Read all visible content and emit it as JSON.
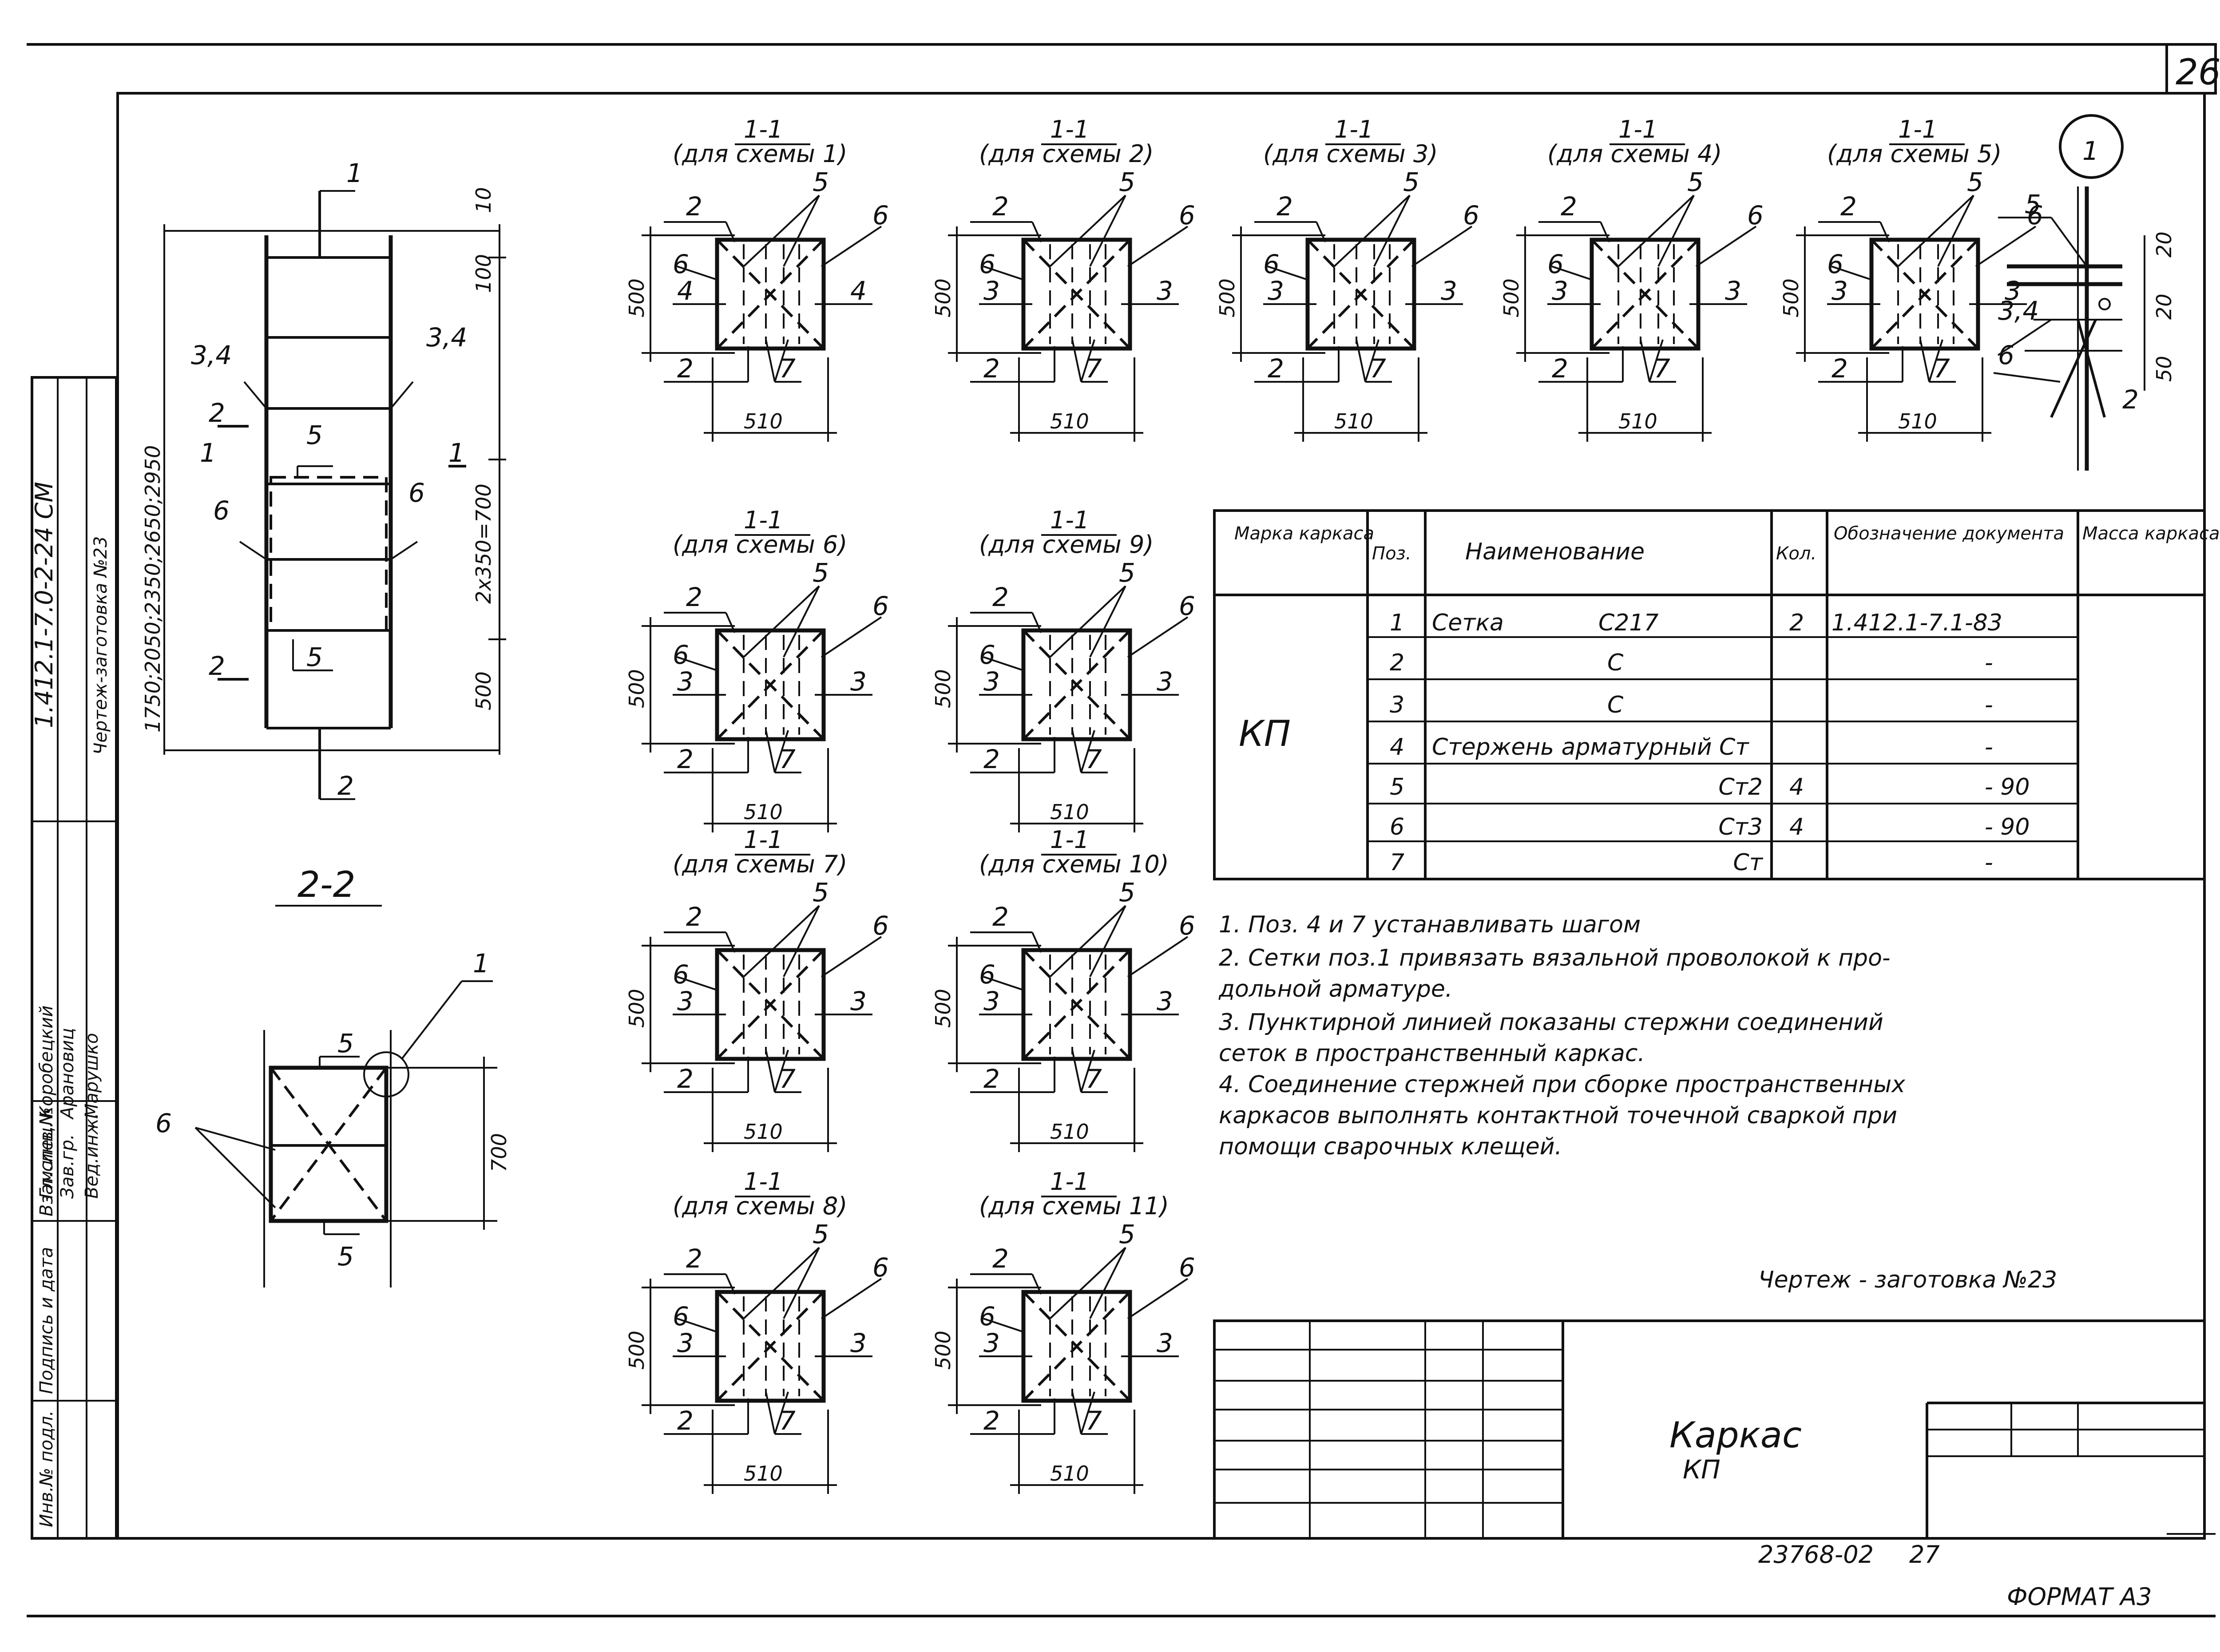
{
  "sheet": {
    "page_number": "26",
    "doc_code": "1.412.1-7.0-2-24 СМ",
    "side_title": "Чертеж-заготовка №23",
    "format": "ФОРМАТ А3",
    "archive_number": "23768-02",
    "archive_page": "27"
  },
  "signatures": [
    {
      "role": "Гл.спец.",
      "name": "Коробецкий"
    },
    {
      "role": "Зав.гр.",
      "name": "Арановиц"
    },
    {
      "role": "Вед.инж.",
      "name": "Марушко"
    }
  ],
  "stamp_columns": [
    "Инв.№ подл.",
    "Подпись и дата",
    "Взам.инв.№"
  ],
  "elevation": {
    "total_label": "1750;2050;2350;2650;2950",
    "middle_label": "2x350=700",
    "bottom_label": "500",
    "top_dims": [
      "100",
      "10"
    ],
    "pos": {
      "top": "1",
      "left": "3,4",
      "right": "3,4",
      "mid_top": "5",
      "left6": "6",
      "right6": "6",
      "mid_bottom": "5",
      "bottom": "2"
    },
    "cut_11": "1",
    "cut_22": "2"
  },
  "section22": {
    "title": "2-2",
    "dim_700": "700",
    "pos_top": "5",
    "pos_bottom": "5",
    "pos_left": "6",
    "pos_callout": "1"
  },
  "sections": [
    {
      "title": "1-1",
      "scheme": "(для схемы 1)",
      "h": "500",
      "w": "510",
      "l6": "6",
      "r6": "6",
      "lnum": "4",
      "rnum": "4",
      "t2": "2",
      "t5": "5",
      "b2": "2",
      "b7": "7"
    },
    {
      "title": "1-1",
      "scheme": "(для схемы 2)",
      "h": "500",
      "w": "510",
      "l6": "6",
      "r6": "6",
      "lnum": "3",
      "rnum": "3",
      "t2": "2",
      "t5": "5",
      "b2": "2",
      "b7": "7"
    },
    {
      "title": "1-1",
      "scheme": "(для схемы 3)",
      "h": "500",
      "w": "510",
      "l6": "6",
      "r6": "6",
      "lnum": "3",
      "rnum": "3",
      "t2": "2",
      "t5": "5",
      "b2": "2",
      "b7": "7"
    },
    {
      "title": "1-1",
      "scheme": "(для схемы 4)",
      "h": "500",
      "w": "510",
      "l6": "6",
      "r6": "6",
      "lnum": "3",
      "rnum": "3",
      "t2": "2",
      "t5": "5",
      "b2": "2",
      "b7": "7"
    },
    {
      "title": "1-1",
      "scheme": "(для схемы 5)",
      "h": "500",
      "w": "510",
      "l6": "6",
      "r6": "6",
      "lnum": "3",
      "rnum": "3",
      "t2": "2",
      "t5": "5",
      "b2": "2",
      "b7": "7"
    },
    {
      "title": "1-1",
      "scheme": "(для схемы 6)",
      "h": "500",
      "w": "510",
      "l6": "6",
      "r6": "6",
      "lnum": "3",
      "rnum": "3",
      "t2": "2",
      "t5": "5",
      "b2": "2",
      "b7": "7"
    },
    {
      "title": "1-1",
      "scheme": "(для схемы 9)",
      "h": "500",
      "w": "510",
      "l6": "6",
      "r6": "6",
      "lnum": "3",
      "rnum": "3",
      "t2": "2",
      "t5": "5",
      "b2": "2",
      "b7": "7"
    },
    {
      "title": "1-1",
      "scheme": "(для схемы 7)",
      "h": "500",
      "w": "510",
      "l6": "6",
      "r6": "6",
      "lnum": "3",
      "rnum": "3",
      "t2": "2",
      "t5": "5",
      "b2": "2",
      "b7": "7"
    },
    {
      "title": "1-1",
      "scheme": "(для схемы 10)",
      "h": "500",
      "w": "510",
      "l6": "6",
      "r6": "6",
      "lnum": "3",
      "rnum": "3",
      "t2": "2",
      "t5": "5",
      "b2": "2",
      "b7": "7"
    },
    {
      "title": "1-1",
      "scheme": "(для схемы 8)",
      "h": "500",
      "w": "510",
      "l6": "6",
      "r6": "6",
      "lnum": "3",
      "rnum": "3",
      "t2": "2",
      "t5": "5",
      "b2": "2",
      "b7": "7"
    },
    {
      "title": "1-1",
      "scheme": "(для схемы 11)",
      "h": "500",
      "w": "510",
      "l6": "6",
      "r6": "6",
      "lnum": "3",
      "rnum": "3",
      "t2": "2",
      "t5": "5",
      "b2": "2",
      "b7": "7"
    }
  ],
  "node1": {
    "mark": "1",
    "pos": [
      "5",
      "3,4",
      "6",
      "2"
    ],
    "dims": [
      "20",
      "20",
      "50"
    ]
  },
  "spec": {
    "headers": [
      "Марка каркаса",
      "Поз.",
      "Наименование",
      "Кол.",
      "Обозначение документа",
      "Масса каркаса, кг"
    ],
    "mark": "КП",
    "rows": [
      {
        "pos": "1",
        "name": "Сетка",
        "name2": "С217",
        "qty": "2",
        "doc": "1.412.1-7.1-83"
      },
      {
        "pos": "2",
        "name": "",
        "name2": "С",
        "qty": "",
        "doc": "-"
      },
      {
        "pos": "3",
        "name": "",
        "name2": "С",
        "qty": "",
        "doc": "-"
      },
      {
        "pos": "4",
        "name": "Стержень арматурный Ст",
        "name2": "",
        "qty": "",
        "doc": "-"
      },
      {
        "pos": "5",
        "name": "",
        "name2": "Ст2",
        "qty": "4",
        "doc": "- 90"
      },
      {
        "pos": "6",
        "name": "",
        "name2": "Ст3",
        "qty": "4",
        "doc": "- 90"
      },
      {
        "pos": "7",
        "name": "",
        "name2": "Ст",
        "qty": "",
        "doc": "-"
      }
    ]
  },
  "notes": [
    "1. Поз. 4 и 7 устанавливать шагом",
    "2. Сетки поз.1 привязать вязальной проволокой к про-",
    "дольной арматуре.",
    "3. Пунктирной линией показаны стержни соединений",
    "сеток в пространственный каркас.",
    "4. Соединение стержней при сборке пространственных",
    "каркасов выполнять контактной точечной сваркой при",
    "помощи сварочных клещей."
  ],
  "drawing_title": "Чертеж - заготовка №23",
  "titleblock": {
    "name1": "Каркас",
    "name2": "КП"
  }
}
